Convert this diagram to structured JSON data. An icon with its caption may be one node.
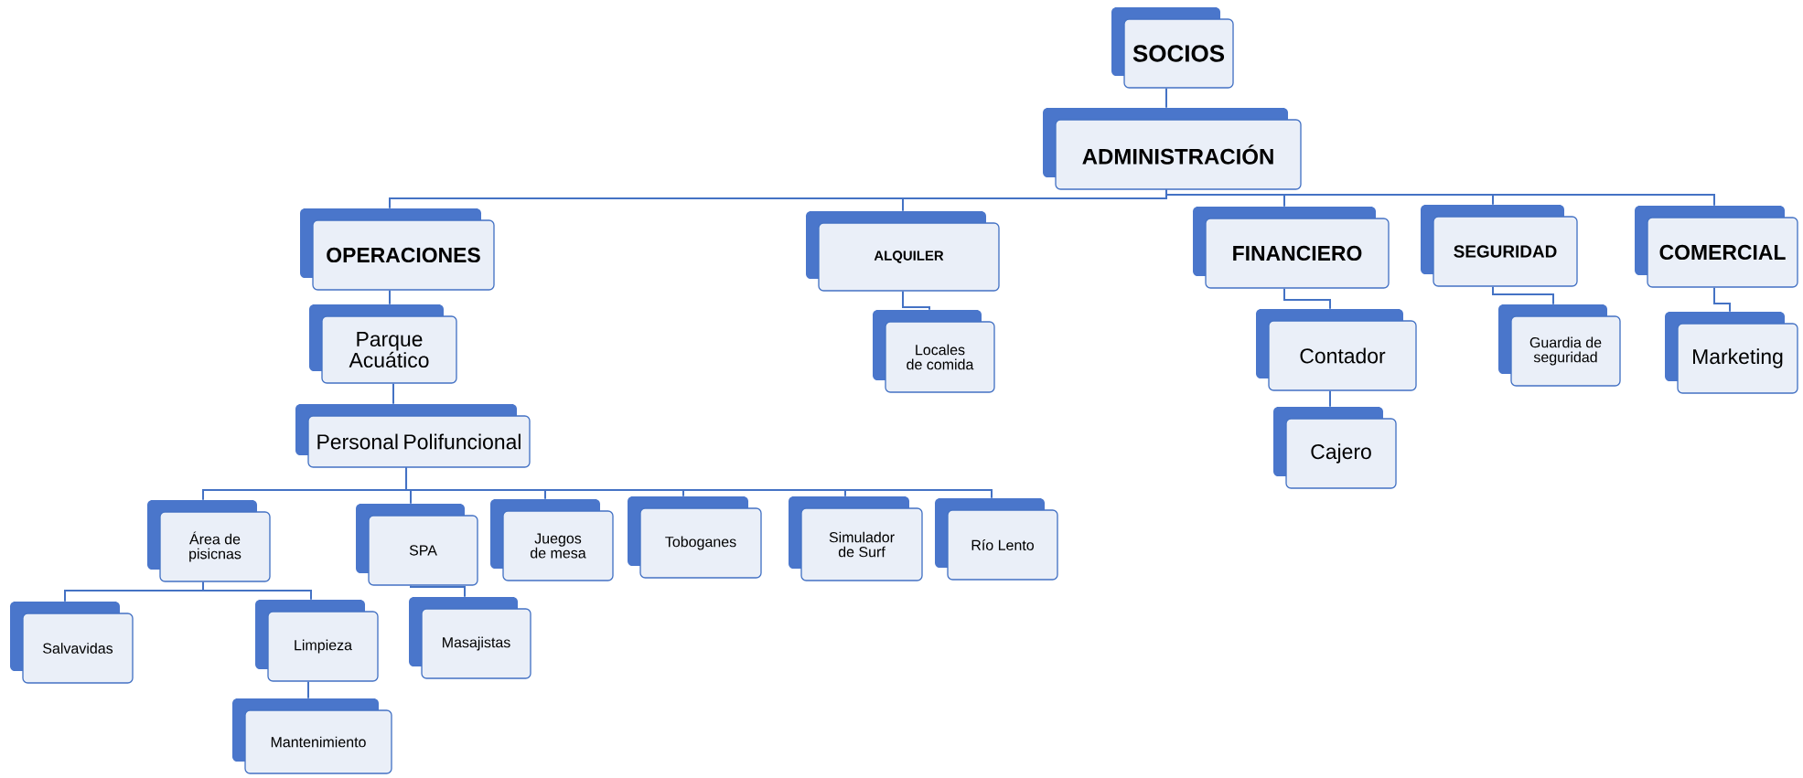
{
  "diagram": {
    "nodes": [
      {
        "text": [
          "SOCIOS"
        ]
      },
      {
        "text": [
          "ADMINISTRACIÓN"
        ]
      },
      {
        "text": [
          "OPERACIONES"
        ]
      },
      {
        "text": [
          "ALQUILER"
        ]
      },
      {
        "text": [
          "FINANCIERO"
        ]
      },
      {
        "text": [
          "SEGURIDAD"
        ]
      },
      {
        "text": [
          "COMERCIAL"
        ]
      },
      {
        "text": [
          "Parque Acuático"
        ]
      },
      {
        "text": [
          "Locales de comida"
        ]
      },
      {
        "text": [
          "Contador"
        ]
      },
      {
        "text": [
          "Guardia de seguridad"
        ]
      },
      {
        "text": [
          "Marketing"
        ]
      },
      {
        "text": [
          "Personal Polifuncional"
        ]
      },
      {
        "text": [
          "Cajero"
        ]
      },
      {
        "text": [
          "Área de pisicnas"
        ]
      },
      {
        "text": [
          "SPA"
        ]
      },
      {
        "text": [
          "Juegos de mesa"
        ]
      },
      {
        "text": [
          "Toboganes"
        ]
      },
      {
        "text": [
          "Simulador de Surf"
        ]
      },
      {
        "text": [
          "Río Lento"
        ]
      },
      {
        "text": [
          "Salvavidas"
        ]
      },
      {
        "text": [
          "Limpieza"
        ]
      },
      {
        "text": [
          "Masajistas"
        ]
      },
      {
        "text": [
          "Mantenimiento"
        ]
      }
    ],
    "edges": [
      {
        "from": 0,
        "to": 1,
        "arrow": "none"
      },
      {
        "from": 1,
        "to": 2,
        "arrow": "none"
      },
      {
        "from": 1,
        "to": 3,
        "arrow": "none"
      },
      {
        "from": 1,
        "to": 4,
        "arrow": "none"
      },
      {
        "from": 1,
        "to": 5,
        "arrow": "none"
      },
      {
        "from": 1,
        "to": 6,
        "arrow": "none"
      },
      {
        "from": 2,
        "to": 7,
        "arrow": "none"
      },
      {
        "from": 3,
        "to": 8,
        "arrow": "none"
      },
      {
        "from": 4,
        "to": 9,
        "arrow": "none"
      },
      {
        "from": 5,
        "to": 10,
        "arrow": "none"
      },
      {
        "from": 6,
        "to": 11,
        "arrow": "none"
      },
      {
        "from": 7,
        "to": 12,
        "arrow": "none"
      },
      {
        "from": 9,
        "to": 13,
        "arrow": "none"
      },
      {
        "from": 12,
        "to": 14,
        "arrow": "none"
      },
      {
        "from": 12,
        "to": 15,
        "arrow": "none"
      },
      {
        "from": 12,
        "to": 16,
        "arrow": "none"
      },
      {
        "from": 12,
        "to": 17,
        "arrow": "none"
      },
      {
        "from": 12,
        "to": 18,
        "arrow": "none"
      },
      {
        "from": 12,
        "to": 19,
        "arrow": "none"
      },
      {
        "from": 14,
        "to": 20,
        "arrow": "none"
      },
      {
        "from": 14,
        "to": 21,
        "arrow": "none"
      },
      {
        "from": 15,
        "to": 22,
        "arrow": "none"
      },
      {
        "from": 21,
        "to": 23,
        "arrow": "none"
      }
    ]
  }
}
